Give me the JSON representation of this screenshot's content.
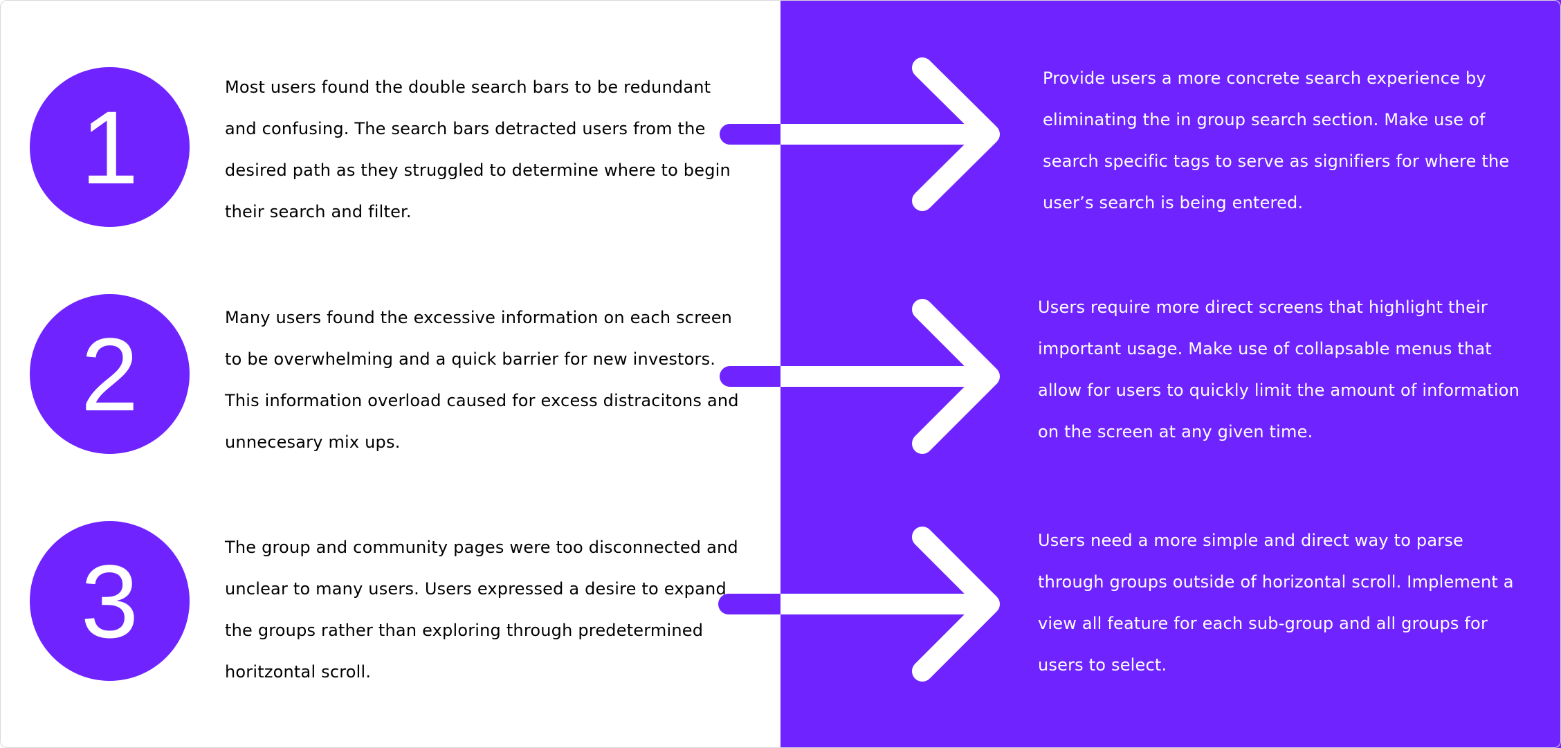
{
  "colors": {
    "accent": "#6f24ff",
    "background": "#ffffff",
    "text_dark": "#000000",
    "text_light": "#ffffff"
  },
  "rows": [
    {
      "number": "1",
      "problem": "Most users found the double search bars to be redundant and confusing. The search bars detracted users from the desired path as they struggled to determine where to begin their search and filter.",
      "solution": "Provide users a more concrete search experience by eliminating the in group search section. Make use of search specific tags to serve as signifiers for where the user’s search is being entered."
    },
    {
      "number": "2",
      "problem": "Many users found the excessive information on each screen to be overwhelming and a quick barrier for new investors. This information overload caused for excess distracitons and unnecesary mix ups.",
      "solution": "Users require more direct screens that highlight their important usage. Make use of collapsable menus that allow for users to quickly limit the amount of information on the screen at any given time."
    },
    {
      "number": "3",
      "problem": "The group and community pages were too disconnected and unclear to many users. Users expressed a desire to expand the groups rather than exploring through predetermined horitzontal scroll.",
      "solution": "Users need a more simple and direct way to parse through groups outside of horizontal scroll. Implement a view all feature for each sub-group and all groups for users to select."
    }
  ]
}
